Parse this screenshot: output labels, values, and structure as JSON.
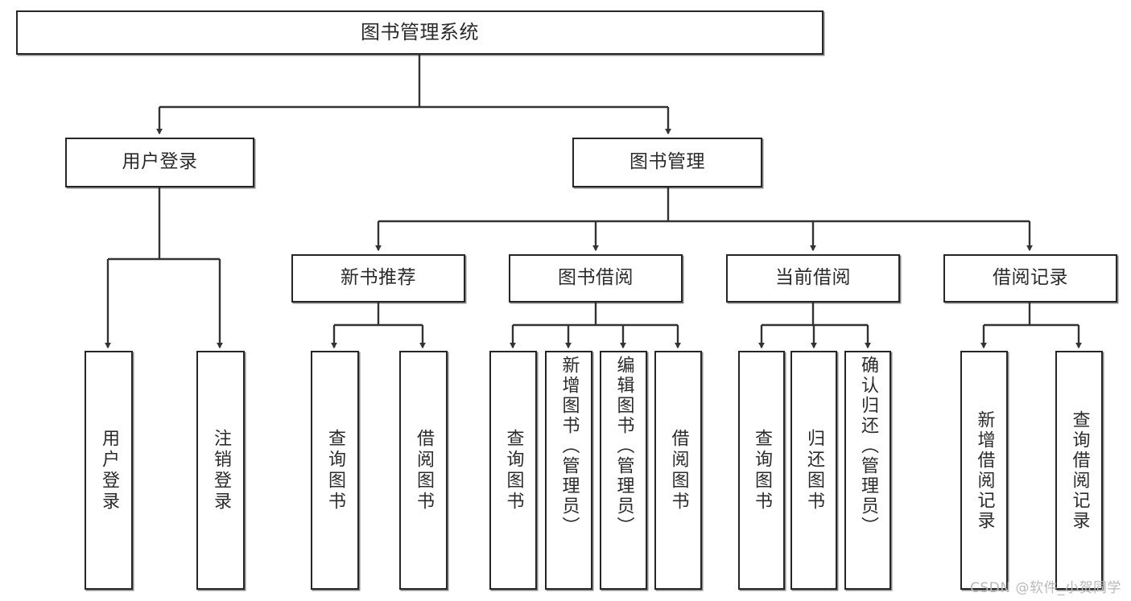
{
  "diagram": {
    "title": "图书管理系统",
    "type": "tree",
    "watermark": "CSDN @软件_小贺同学",
    "colors": {
      "node_border": "#262626",
      "node_fill": "#ffffff",
      "edge": "#333333",
      "text": "#2b2b2b",
      "watermark": "#b9b9b9",
      "background": "#ffffff"
    },
    "levels": {
      "level1": [
        {
          "id": "root",
          "label": "图书管理系统"
        }
      ],
      "level2": [
        {
          "id": "user-login",
          "label": "用户登录"
        },
        {
          "id": "book-manage",
          "label": "图书管理"
        }
      ],
      "level3": [
        {
          "id": "new-book-recommend",
          "label": "新书推荐"
        },
        {
          "id": "book-borrow",
          "label": "图书借阅"
        },
        {
          "id": "current-borrow",
          "label": "当前借阅"
        },
        {
          "id": "borrow-record",
          "label": "借阅记录"
        }
      ],
      "level4": [
        {
          "id": "leaf-user-login",
          "label": "用户登录",
          "parent": "user-login"
        },
        {
          "id": "leaf-user-logout",
          "label": "注销登录",
          "parent": "user-login"
        },
        {
          "id": "leaf-query-book-1",
          "label": "查询图书",
          "parent": "new-book-recommend"
        },
        {
          "id": "leaf-borrow-book-1",
          "label": "借阅图书",
          "parent": "new-book-recommend"
        },
        {
          "id": "leaf-query-book-2",
          "label": "查询图书",
          "parent": "book-borrow"
        },
        {
          "id": "leaf-add-book-admin",
          "label": "新增图书（管理员）",
          "parent": "book-borrow"
        },
        {
          "id": "leaf-edit-book-admin",
          "label": "编辑图书（管理员）",
          "parent": "book-borrow"
        },
        {
          "id": "leaf-borrow-book-2",
          "label": "借阅图书",
          "parent": "book-borrow"
        },
        {
          "id": "leaf-query-book-3",
          "label": "查询图书",
          "parent": "current-borrow"
        },
        {
          "id": "leaf-return-book",
          "label": "归还图书",
          "parent": "current-borrow"
        },
        {
          "id": "leaf-confirm-return-admin",
          "label": "确认归还（管理员）",
          "parent": "current-borrow"
        },
        {
          "id": "leaf-add-borrow-record",
          "label": "新增借阅记录",
          "parent": "borrow-record"
        },
        {
          "id": "leaf-query-borrow-record",
          "label": "查询借阅记录",
          "parent": "borrow-record"
        }
      ]
    }
  }
}
